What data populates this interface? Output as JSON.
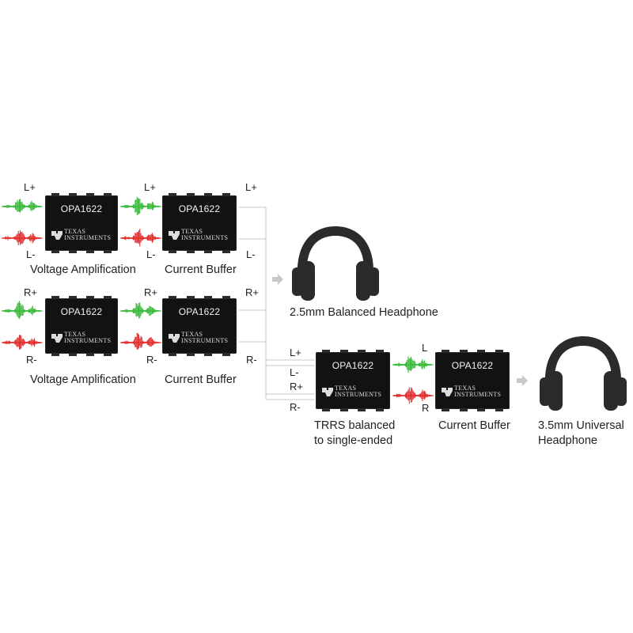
{
  "chip": {
    "part": "OPA1622",
    "brand_line1": "TEXAS",
    "brand_line2": "INSTRUMENTS"
  },
  "signals": {
    "l_plus": "L+",
    "l_minus": "L-",
    "r_plus": "R+",
    "r_minus": "R-",
    "l": "L",
    "r": "R"
  },
  "captions": {
    "voltage_amplification": "Voltage Amplification",
    "current_buffer": "Current Buffer",
    "trrs_line1": "TRRS balanced",
    "trrs_line2": "to single-ended",
    "balanced_headphone": "2.5mm Balanced Headphone",
    "universal_line1": "3.5mm Universal",
    "universal_line2": "Headphone"
  },
  "colors": {
    "left_wave": "#2fb52f",
    "right_wave": "#e02020",
    "chip": "#121212",
    "wire": "#c8c8c8",
    "arrow": "#c9c9c9",
    "headphone": "#2b2b2b"
  },
  "icons": {
    "headphone": "headphone-icon",
    "arrow": "right-arrow-icon",
    "waveform": "waveform-icon",
    "ti_logo": "ti-logo-icon"
  }
}
